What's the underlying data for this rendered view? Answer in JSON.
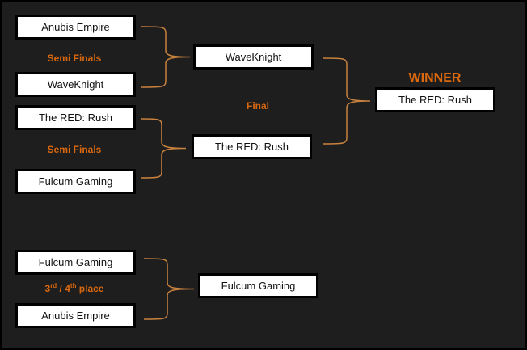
{
  "semi1": {
    "label": "Semi Finals",
    "team_a": "Anubis Empire",
    "team_b": "WaveKnight"
  },
  "semi2": {
    "label": "Semi Finals",
    "team_a": "The RED: Rush",
    "team_b": "Fulcum Gaming"
  },
  "final": {
    "label": "Final",
    "team_a": "WaveKnight",
    "team_b": "The RED: Rush"
  },
  "winner": {
    "label": "WINNER",
    "team": "The RED: Rush"
  },
  "third_place": {
    "label_num1": "3",
    "label_sup1": "rd",
    "label_sep": " / ",
    "label_num2": "4",
    "label_sup2": "th",
    "label_rest": " place",
    "team_a": "Fulcum Gaming",
    "team_b": "Anubis Empire",
    "result": "Fulcum Gaming"
  },
  "colors": {
    "accent": "#d9680f",
    "brace": "#c8823e",
    "background": "#1e1e1e"
  }
}
